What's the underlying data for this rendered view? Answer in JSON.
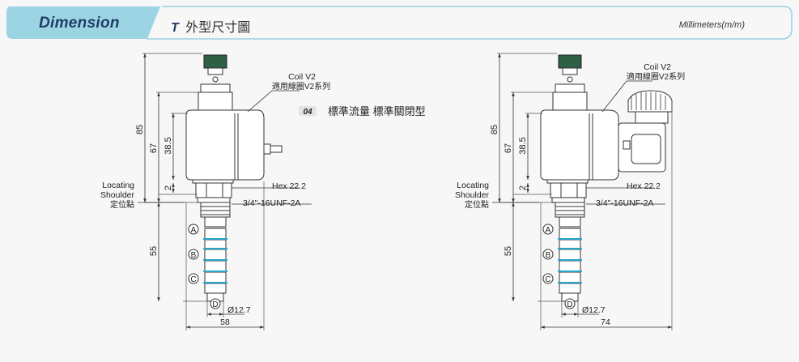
{
  "header": {
    "tab_label": "Dimension",
    "title_letter": "T",
    "title_text": "外型尺寸圖",
    "units": "Millimeters(m/m)"
  },
  "note": {
    "badge": "04",
    "text": "標準流量  標準關閉型"
  },
  "views": [
    {
      "id": "left",
      "coil_label": "Coil V2",
      "coil_label_cn": "適用線圈V2系列",
      "hex_label": "Hex 22.2",
      "thread_label": "3/4\"-16UNF-2A",
      "shoulder_label_1": "Locating",
      "shoulder_label_2": "Shoulder",
      "shoulder_label_cn": "定位點",
      "dim_85": "85",
      "dim_67": "67",
      "dim_38_5": "38.5",
      "dim_2": "2",
      "dim_55": "55",
      "dia_label": "Ø12.7",
      "width_label": "58",
      "ports": [
        "A",
        "B",
        "C",
        "D"
      ]
    },
    {
      "id": "right",
      "coil_label": "Coil V2",
      "coil_label_cn": "適用線圈V2系列",
      "hex_label": "Hex 22.2",
      "thread_label": "3/4\"-16UNF-2A",
      "shoulder_label_1": "Locating",
      "shoulder_label_2": "Shoulder",
      "shoulder_label_cn": "定位點",
      "dim_85": "85",
      "dim_67": "67",
      "dim_38_5": "38.5",
      "dim_2": "2",
      "dim_55": "55",
      "dia_label": "Ø12.7",
      "width_label": "74",
      "ports": [
        "A",
        "B",
        "C",
        "D"
      ]
    }
  ],
  "colors": {
    "header_tab": "#9dd4e4",
    "header_line": "#9ccfe0",
    "knob": "#2f5f44"
  }
}
